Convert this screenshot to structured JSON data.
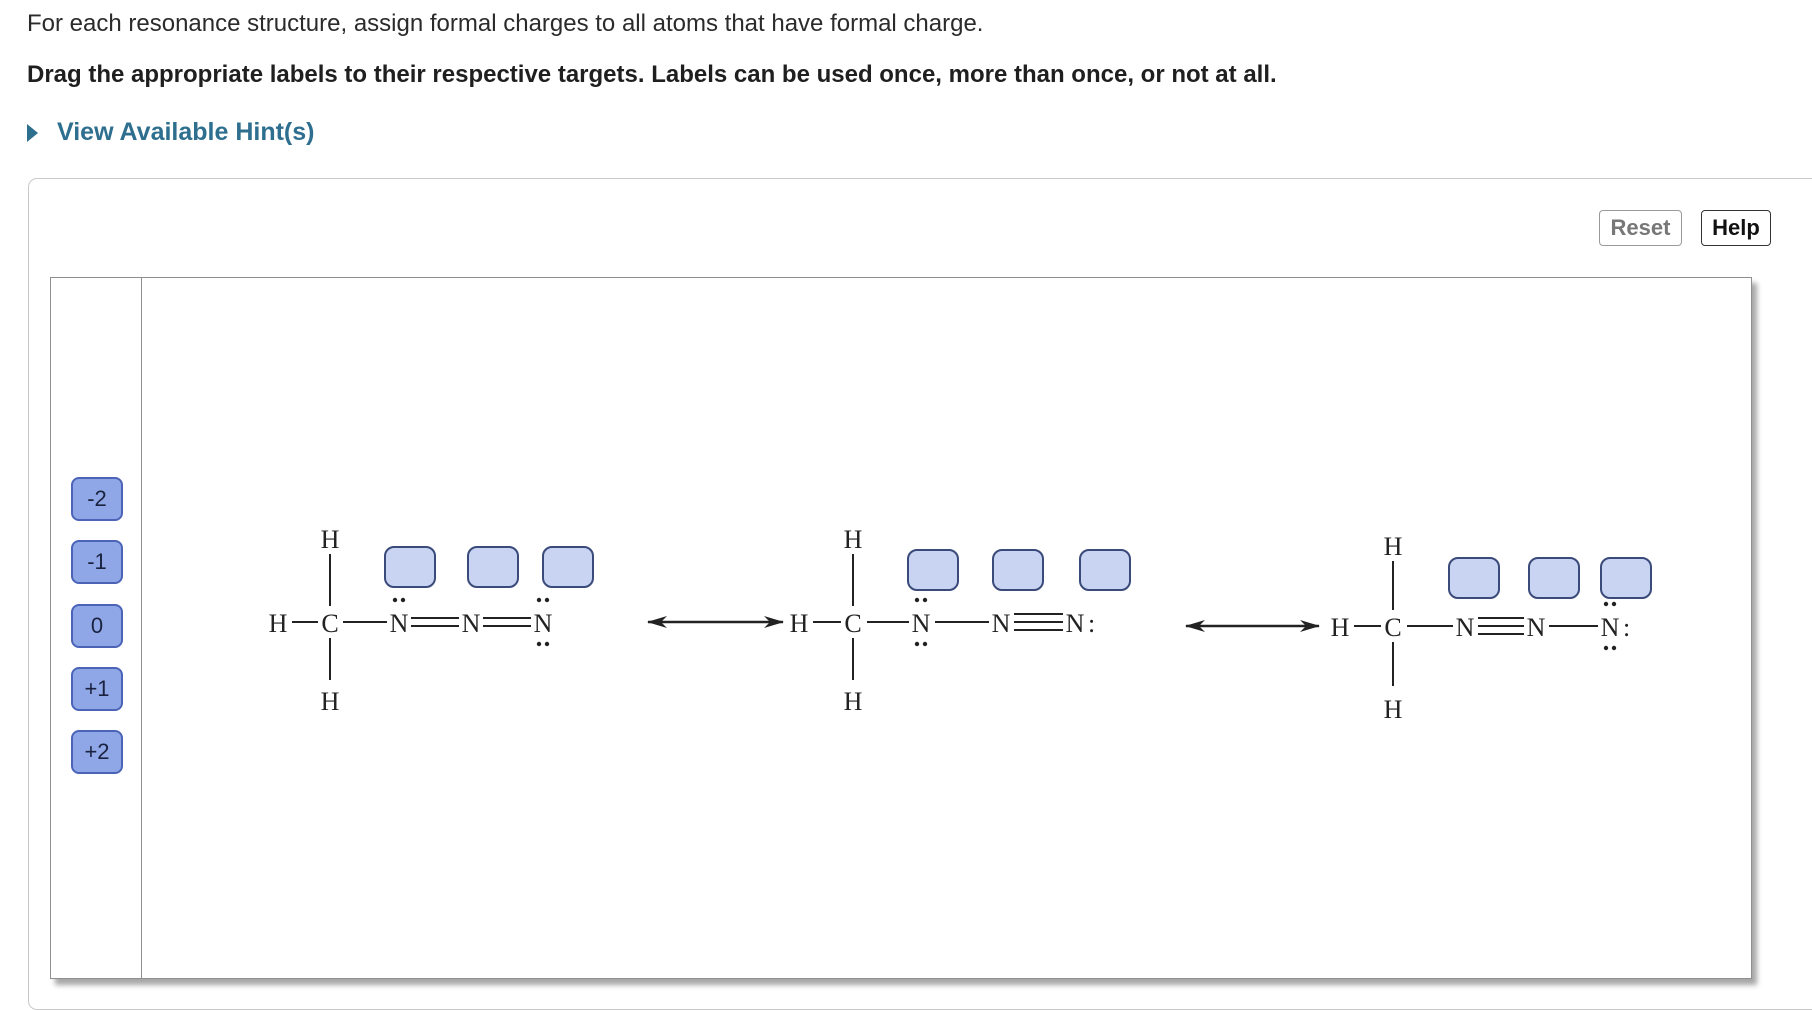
{
  "instructions": {
    "line1": "For each resonance structure, assign formal charges to all atoms that have formal charge.",
    "line2": "Drag the appropriate labels to their respective targets. Labels can be used once, more than once, or not at all."
  },
  "hint": {
    "label": "View Available Hint(s)",
    "icon": "caret-right-icon"
  },
  "toolbar": {
    "reset_label": "Reset",
    "help_label": "Help"
  },
  "palette": {
    "labels": [
      "-2",
      "-1",
      "0",
      "+1",
      "+2"
    ]
  },
  "structures": [
    {
      "H_left": "H",
      "H_top": "H",
      "H_bottom": "H",
      "C": "C",
      "N1": "N",
      "N2": "N",
      "N3": "N",
      "N3_suffix": ""
    },
    {
      "H_left": "H",
      "H_top": "H",
      "H_bottom": "H",
      "C": "C",
      "N1": "N",
      "N2": "N",
      "N3": "N",
      "N3_suffix": ":"
    },
    {
      "H_left": "H",
      "H_top": "H",
      "H_bottom": "H",
      "C": "C",
      "N1": "N",
      "N2": "N",
      "N3": "N",
      "N3_suffix": ":"
    }
  ],
  "colors": {
    "chip_fill": "#8fa7e6",
    "chip_border": "#4b64b8",
    "target_fill": "#c8d4f2",
    "target_border": "#3a4a7a",
    "hint_link": "#2e6e8e"
  }
}
